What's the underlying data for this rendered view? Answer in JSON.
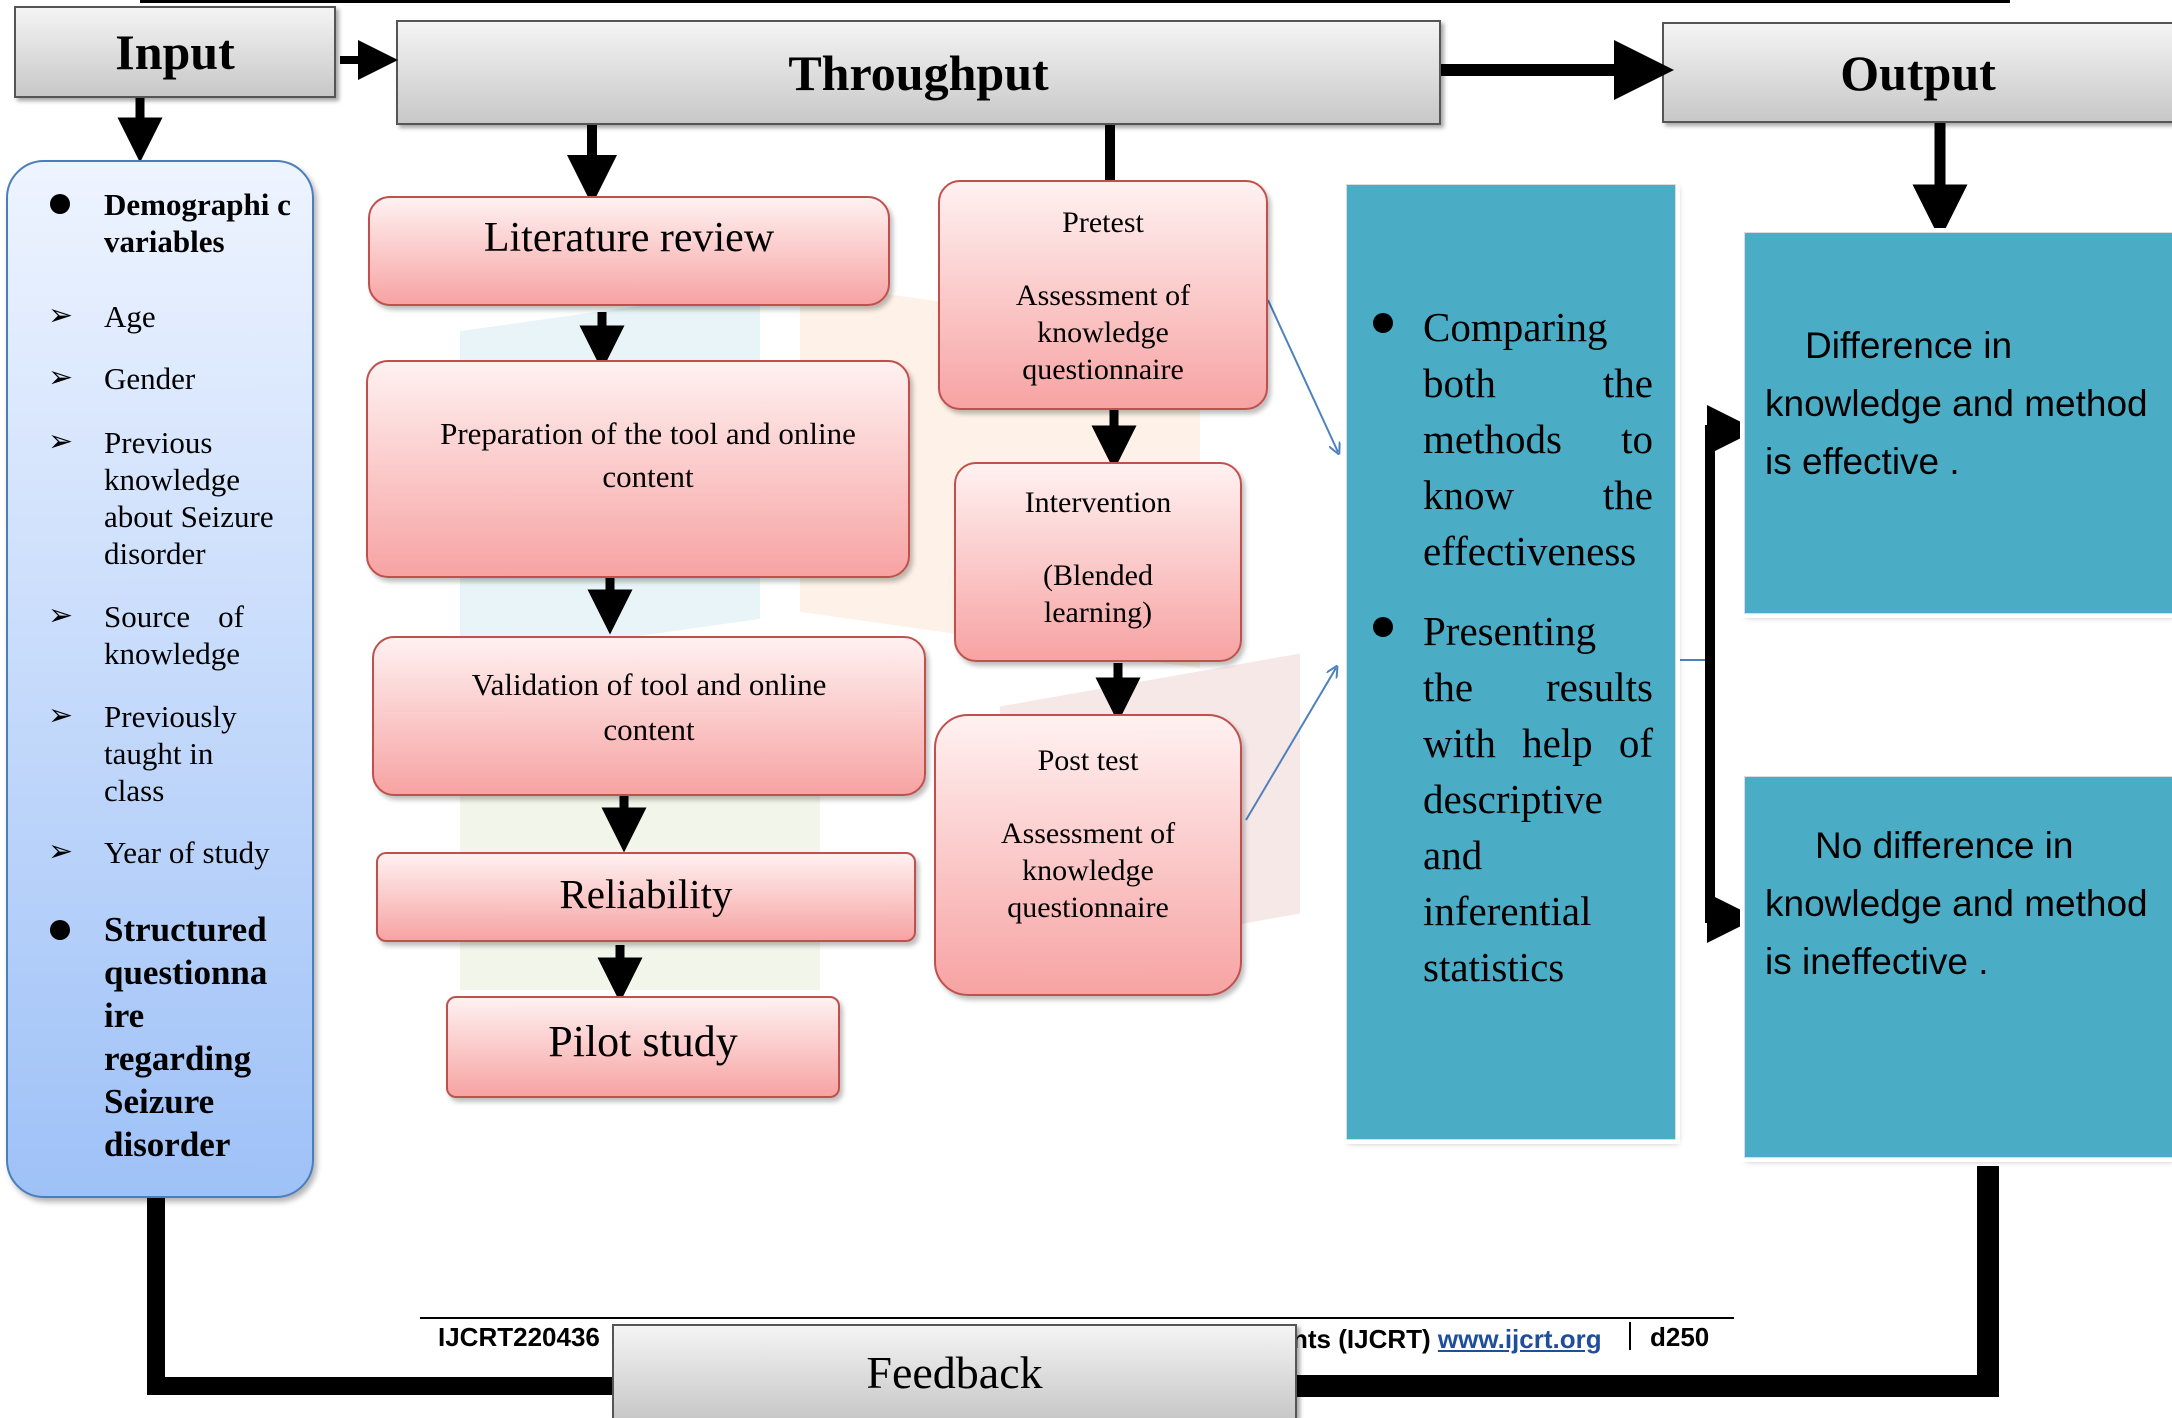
{
  "headers": {
    "input": "Input",
    "throughput": "Throughput",
    "output": "Output",
    "feedback": "Feedback"
  },
  "input_panel": {
    "demographic_title": "Demographi c variables",
    "demographic_items": [
      "Age",
      "Gender",
      "Previous knowledge about Seizure disorder",
      "Source of knowledge",
      "Previously taught in class",
      "Year of study"
    ],
    "structured_title": "Structured questionna ire regarding Seizure disorder"
  },
  "process_steps": {
    "literature_review": "Literature review",
    "preparation": "Preparation of the tool and online content",
    "validation": "Validation of tool and online content",
    "reliability": "Reliability",
    "pilot_study": "Pilot study"
  },
  "study_steps": {
    "pretest_title": "Pretest",
    "pretest_body": "Assessment of knowledge questionnaire",
    "intervention_title": "Intervention",
    "intervention_body": "(Blended learning)",
    "posttest_title": "Post test",
    "posttest_body": "Assessment of knowledge questionnaire"
  },
  "analysis": {
    "point1": "Comparing both the methods to know the effectiveness",
    "point2": "Presenting the results with help of descriptive and inferential statistics"
  },
  "outputs": {
    "effective": "Difference in knowledge and method is effective .",
    "ineffective": "No difference in knowledge and method is ineffective ."
  },
  "footer": {
    "ref_id": "IJCRT220436",
    "journal_frag": "nts (IJCRT)",
    "url": "www.ijcrt.org",
    "page": "d250"
  },
  "colors": {
    "pink_border": "#c0504d",
    "teal": "#4bacc6",
    "blue_panel": "#9ec1f7",
    "header_gray": "#c8c8c8"
  }
}
